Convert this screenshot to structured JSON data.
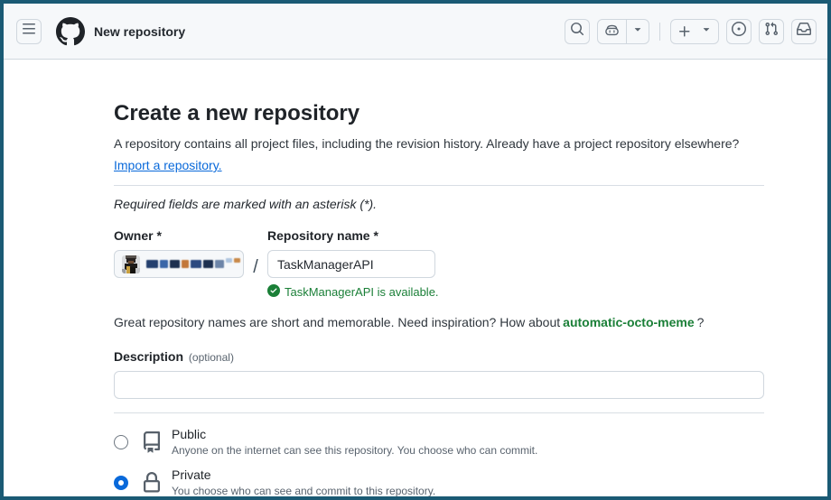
{
  "header": {
    "title": "New repository",
    "icons": [
      "menu",
      "github-logo",
      "search",
      "copilot",
      "caret-down",
      "plus",
      "issues",
      "pull-requests",
      "inbox"
    ]
  },
  "main": {
    "heading": "Create a new repository",
    "intro": "A repository contains all project files, including the revision history. Already have a project repository elsewhere?",
    "import_link": "Import a repository.",
    "required_note": "Required fields are marked with an asterisk (*).",
    "owner": {
      "label": "Owner",
      "required_mark": "*",
      "value": ""
    },
    "separator": "/",
    "repo_name": {
      "label": "Repository name",
      "required_mark": "*",
      "value": "TaskManagerAPI"
    },
    "availability": "TaskManagerAPI is available.",
    "suggestion": {
      "prefix": "Great repository names are short and memorable. Need inspiration? How about",
      "name": "automatic-octo-meme",
      "suffix": "?"
    },
    "description": {
      "label": "Description",
      "optional": "(optional)",
      "value": ""
    },
    "visibility": [
      {
        "label": "Public",
        "description": "Anyone on the internet can see this repository. You choose who can commit.",
        "selected": false
      },
      {
        "label": "Private",
        "description": "You choose who can see and commit to this repository.",
        "selected": true
      }
    ]
  },
  "colors": {
    "window_border": "#1a5a74",
    "header_bg": "#f6f8fa",
    "link": "#0969da",
    "success_green": "#1a7f37",
    "radio_selected": "#0969da",
    "border": "#d0d7de",
    "muted_text": "#59636e"
  }
}
